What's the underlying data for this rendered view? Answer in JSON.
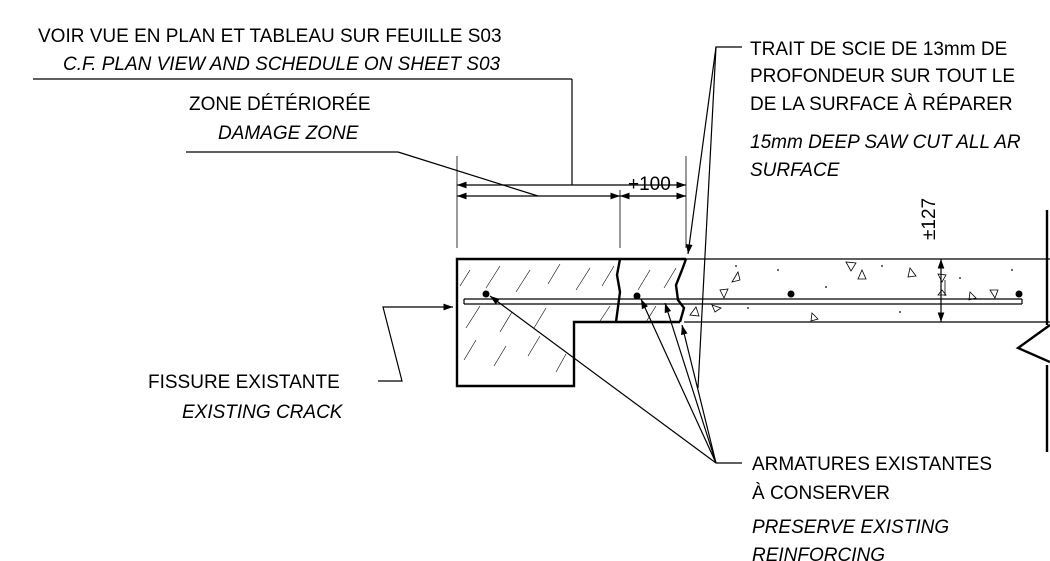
{
  "view_note": {
    "fr": "VOIR VUE EN PLAN ET TABLEAU SUR FEUILLE S03",
    "en": "C.F. PLAN VIEW AND SCHEDULE ON SHEET S03"
  },
  "damage_zone": {
    "fr": "ZONE DÉTÉRIORÉE",
    "en": "DAMAGE ZONE"
  },
  "saw_cut": {
    "fr_line1": "TRAIT DE SCIE DE 13mm DE",
    "fr_line2": "PROFONDEUR SUR TOUT LE",
    "fr_line3": "DE LA SURFACE À RÉPARER",
    "en_line1": "15mm DEEP SAW CUT ALL AR",
    "en_line2": "SURFACE"
  },
  "dimension_extra": "+100",
  "dimension_depth": "±127",
  "existing_crack": {
    "fr": "FISSURE EXISTANTE",
    "en": "EXISTING CRACK"
  },
  "reinforcing": {
    "fr_line1": "ARMATURES EXISTANTES",
    "fr_line2": "À CONSERVER",
    "en_line1": "PRESERVE EXISTING",
    "en_line2": "REINFORCING"
  }
}
